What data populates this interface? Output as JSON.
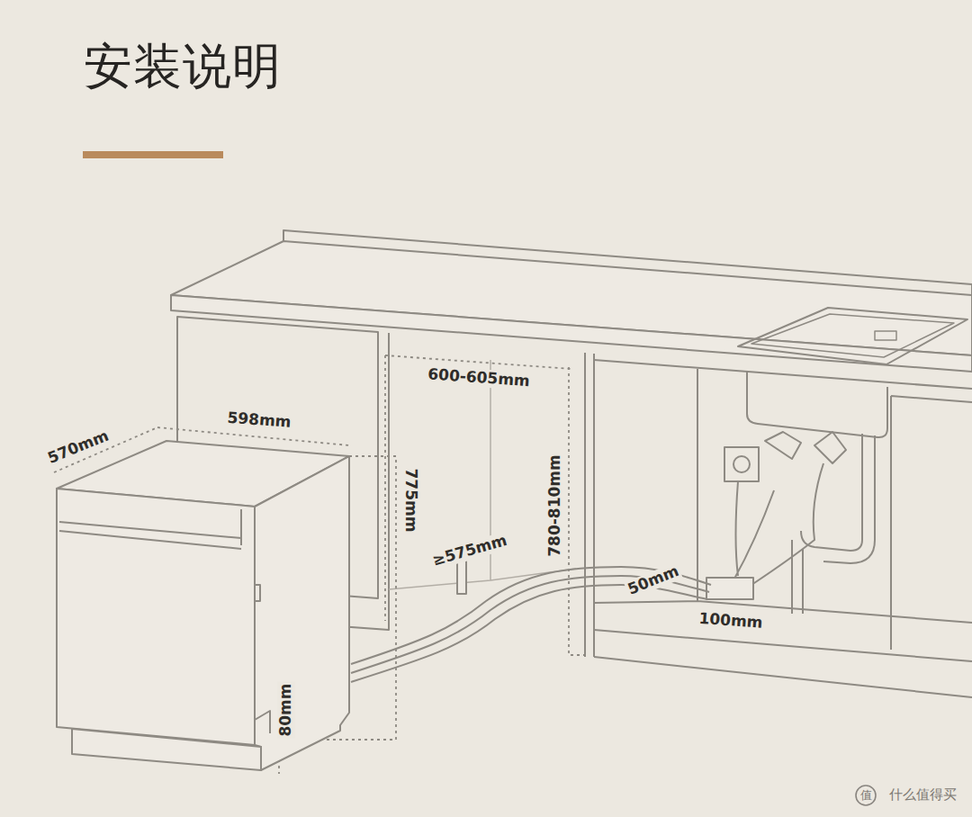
{
  "diagram": {
    "title": "安装说明",
    "labels": [
      "570mm",
      "598mm",
      "600-605mm",
      "775mm",
      "≥575mm",
      "780-810mm",
      "80mm",
      "50mm",
      "100mm",
      "值",
      "什么值得买"
    ]
  }
}
